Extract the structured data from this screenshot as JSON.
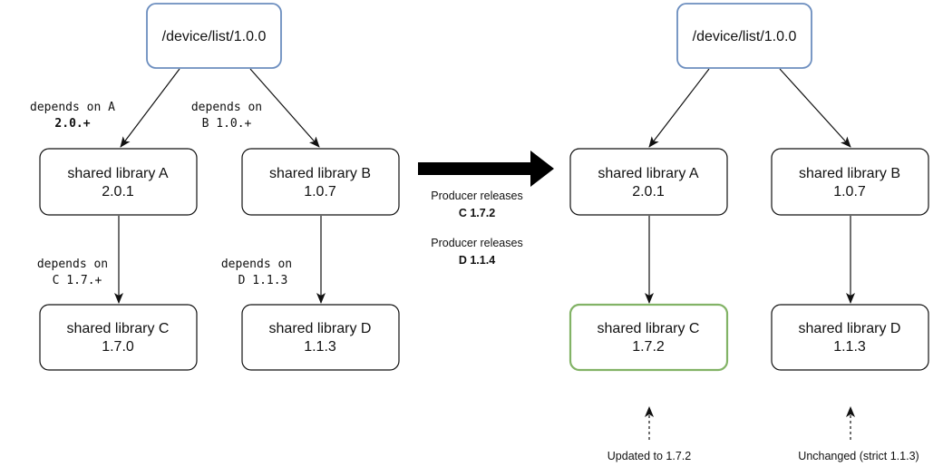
{
  "left": {
    "root": "/device/list/1.0.0",
    "lib_a": {
      "name": "shared library A",
      "version": "2.0.1"
    },
    "lib_b": {
      "name": "shared library B",
      "version": "1.0.7"
    },
    "lib_c": {
      "name": "shared library C",
      "version": "1.7.0"
    },
    "lib_d": {
      "name": "shared library D",
      "version": "1.1.3"
    },
    "edge_root_a": [
      "depends on A",
      "2.0.+"
    ],
    "edge_root_b": [
      "depends on",
      "B 1.0.+"
    ],
    "edge_a_c": [
      "depends on",
      "C 1.7.+"
    ],
    "edge_b_d": [
      "depends on",
      "D 1.1.3"
    ]
  },
  "middle": {
    "release1_label": "Producer releases",
    "release1_value": "C 1.7.2",
    "release2_label": "Producer releases",
    "release2_value": "D 1.1.4"
  },
  "right": {
    "root": "/device/list/1.0.0",
    "lib_a": {
      "name": "shared library A",
      "version": "2.0.1"
    },
    "lib_b": {
      "name": "shared library B",
      "version": "1.0.7"
    },
    "lib_c": {
      "name": "shared library C",
      "version": "1.7.2"
    },
    "lib_d": {
      "name": "shared library D",
      "version": "1.1.3"
    },
    "note_c": "Updated to 1.7.2",
    "note_d": "Unchanged (strict 1.1.3)"
  },
  "colors": {
    "root_border": "#6c8ebf",
    "box_border": "#111111",
    "updated_border": "#82b366",
    "arrow": "#000000"
  }
}
